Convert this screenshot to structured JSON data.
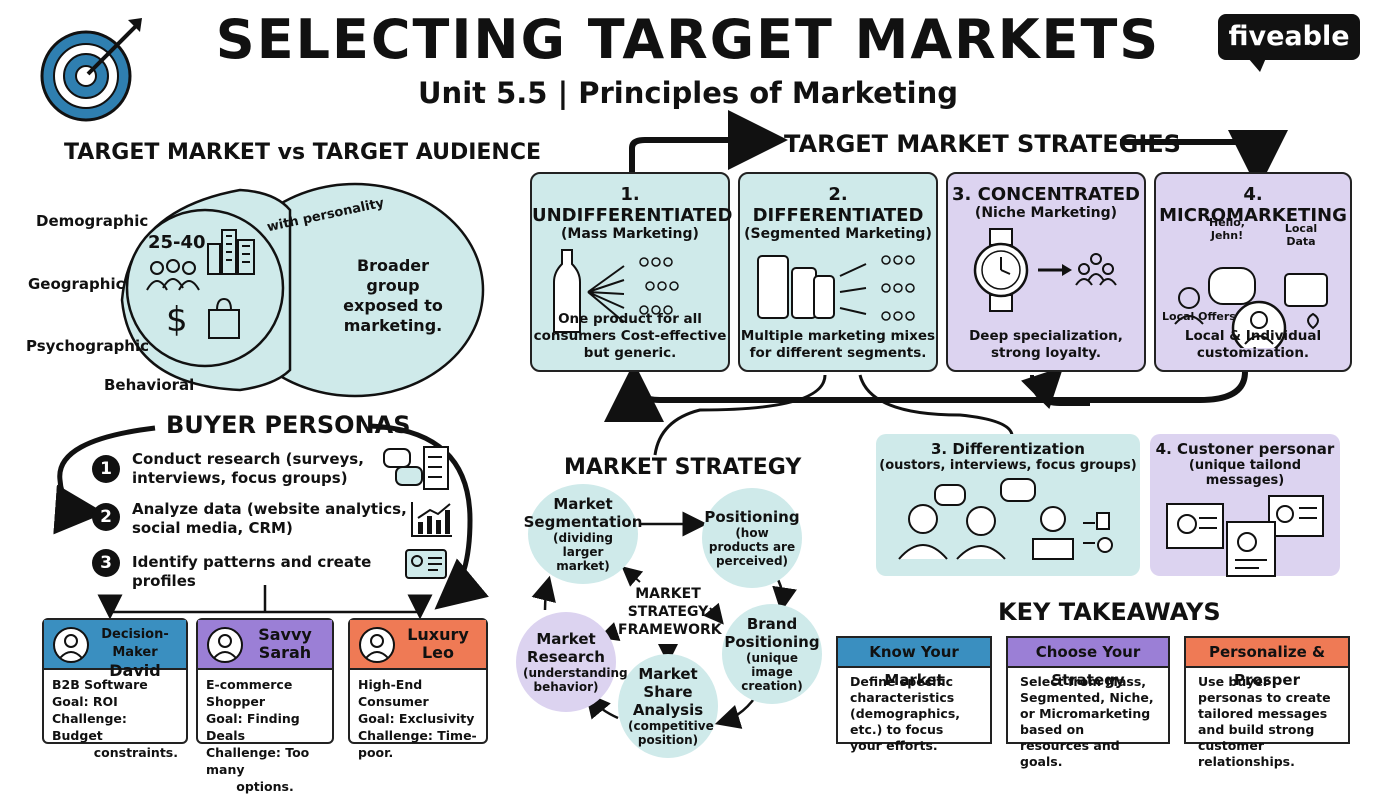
{
  "header": {
    "title": "SELECTING TARGET MARKETS",
    "subtitle": "Unit 5.5 | Principles of Marketing",
    "logo": "fiveable"
  },
  "target_market_vs_audience": {
    "heading": "TARGET MARKET vs TARGET AUDIENCE",
    "segment_labels": [
      "Demographic",
      "Geographic",
      "Psychographic",
      "Behavioral"
    ],
    "age_range": "25-40",
    "arrow_label": "with personality",
    "audience_text": "Broader group exposed to marketing."
  },
  "strategies": {
    "heading": "TARGET MARKET STRATEGIES",
    "items": [
      {
        "title": "1. UNDIFFERENTIATED",
        "subtitle": "(Mass Marketing)",
        "desc": "One product for all consumers Cost-effective but generic."
      },
      {
        "title": "2. DIFFERENTIATED",
        "subtitle": "(Segmented Marketing)",
        "desc": "Multiple marketing mixes for different segments."
      },
      {
        "title": "3. CONCENTRATED",
        "subtitle": "(Niche Marketing)",
        "desc": "Deep specialization, strong loyalty."
      },
      {
        "title": "4. MICROMARKETING",
        "subtitle": "",
        "desc": "Local & Individual customization."
      }
    ],
    "micro_labels": {
      "hello": "Hello, Jehn!",
      "local_data": "Local Data",
      "local_offers": "Local Offers"
    }
  },
  "buyer_personas": {
    "heading": "BUYER PERSONAS",
    "steps": [
      {
        "num": "1",
        "text": "Conduct research (surveys, interviews, focus groups)"
      },
      {
        "num": "2",
        "text": "Analyze data (website analytics, social media, CRM)"
      },
      {
        "num": "3",
        "text": "Identify patterns and create profiles"
      }
    ],
    "personas": [
      {
        "name1": "Decision-Maker",
        "name2": "David",
        "color": "#3a8fc0",
        "lines": [
          "B2B Software",
          "Goal: ROI",
          "Challenge: Budget",
          "constraints."
        ]
      },
      {
        "name1": "Savvy",
        "name2": "Sarah",
        "color": "#9b7fd6",
        "lines": [
          "E-commerce Shopper",
          "Goal: Finding Deals",
          "Challenge: Too many",
          "options."
        ]
      },
      {
        "name1": "Luxury",
        "name2": "Leo",
        "color": "#ef7a55",
        "lines": [
          "High-End Consumer",
          "Goal: Exclusivity",
          "Challenge: Time-poor."
        ]
      }
    ]
  },
  "market_strategy": {
    "heading": "MARKET STRATEGY",
    "center": "MARKET STRATEGY FRAMEWORK",
    "nodes": [
      {
        "title": "Market Segmentation",
        "sub": "(dividing larger market)"
      },
      {
        "title": "Positioning",
        "sub": "(how products are perceived)"
      },
      {
        "title": "Brand Positioning",
        "sub": "(unique image creation)"
      },
      {
        "title": "Market Share Analysis",
        "sub": "(competitive position)"
      },
      {
        "title": "Market Research",
        "sub": "(understanding behavior)"
      }
    ]
  },
  "extra_boxes": [
    {
      "title": "3. Differentization",
      "sub": "(oustors, interviews, focus groups)"
    },
    {
      "title": "4. Custoner personar",
      "sub": "(unique tailond messages)"
    }
  ],
  "key_takeaways": {
    "heading": "KEY TAKEAWAYS",
    "items": [
      {
        "title": "Know Your Market",
        "color": "#3a8fc0",
        "text": "Define specific characteristics (demographics, etc.) to focus your efforts."
      },
      {
        "title": "Choose Your Strategy",
        "color": "#9b7fd6",
        "text": "Select from Mass, Segmented, Niche, or Micromarketing based on resources and goals."
      },
      {
        "title": "Personalize & Prosper",
        "color": "#ef7a55",
        "text": "Use buyer personas to create tailored messages and build strong customer relationships."
      }
    ]
  }
}
